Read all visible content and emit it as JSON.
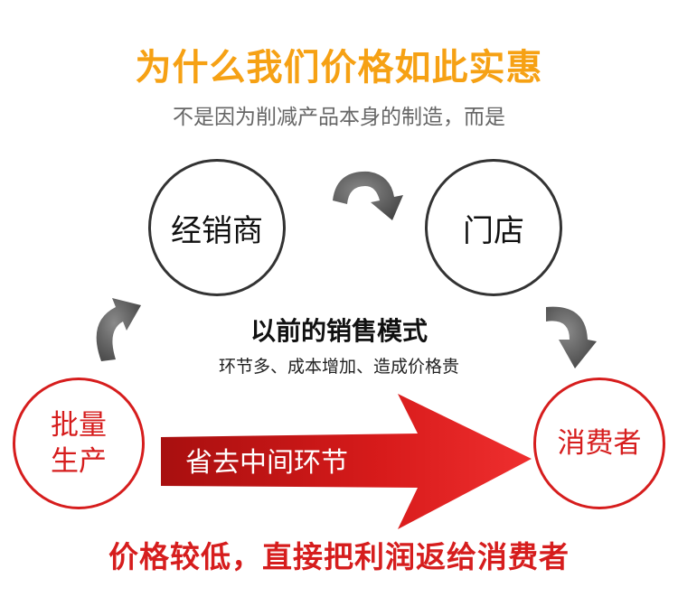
{
  "header": {
    "title": "为什么我们价格如此实惠",
    "subtitle": "不是因为削减产品本身的制造，而是"
  },
  "old_model": {
    "node_distributor": "经销商",
    "node_store": "门店",
    "heading": "以前的销售模式",
    "description": "环节多、成本增加、造成价格贵"
  },
  "new_model": {
    "node_producer_line1": "批量",
    "node_producer_line2": "生产",
    "node_consumer": "消费者",
    "arrow_label": "省去中间环节"
  },
  "footer": {
    "conclusion": "价格较低，直接把利润返给消费者"
  },
  "colors": {
    "title": "#f6a114",
    "accent_red": "#d61d1d",
    "gray_arrow": "#5a5a5a"
  }
}
